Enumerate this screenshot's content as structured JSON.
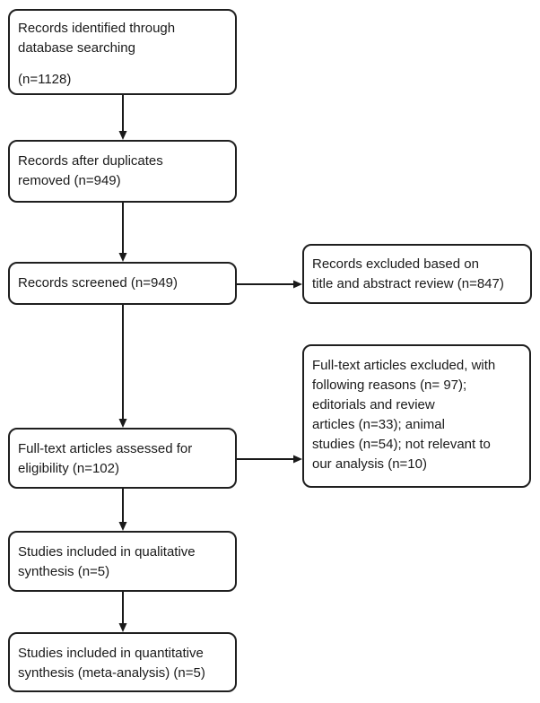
{
  "flowchart": {
    "boxes": {
      "identified": {
        "lines": [
          "Records identified through",
          "database searching",
          "(n=1128)"
        ]
      },
      "duplicates_removed": {
        "lines": [
          "Records after duplicates",
          "removed (n=949)"
        ]
      },
      "screened": {
        "lines": [
          "Records screened (n=949)"
        ]
      },
      "fulltext_assessed": {
        "lines": [
          "Full-text articles assessed for",
          "eligibility (n=102)"
        ]
      },
      "qualitative_synthesis": {
        "lines": [
          "Studies included in qualitative",
          "synthesis (n=5)"
        ]
      },
      "quantitative_synthesis": {
        "lines": [
          "Studies included in quantitative",
          "synthesis (meta-analysis) (n=5)"
        ]
      },
      "excluded_title_abstract": {
        "lines": [
          "Records excluded based on",
          "title and abstract review (n=847)"
        ]
      },
      "excluded_fulltext": {
        "lines": [
          "Full-text articles excluded, with",
          "following reasons (n= 97);",
          "editorials and review",
          "articles (n=33); animal",
          "studies (n=54); not relevant to",
          "our analysis (n=10)"
        ]
      }
    },
    "colors": {
      "border": "#1f1f1f",
      "text": "#1a1a1a",
      "background": "#ffffff"
    }
  }
}
